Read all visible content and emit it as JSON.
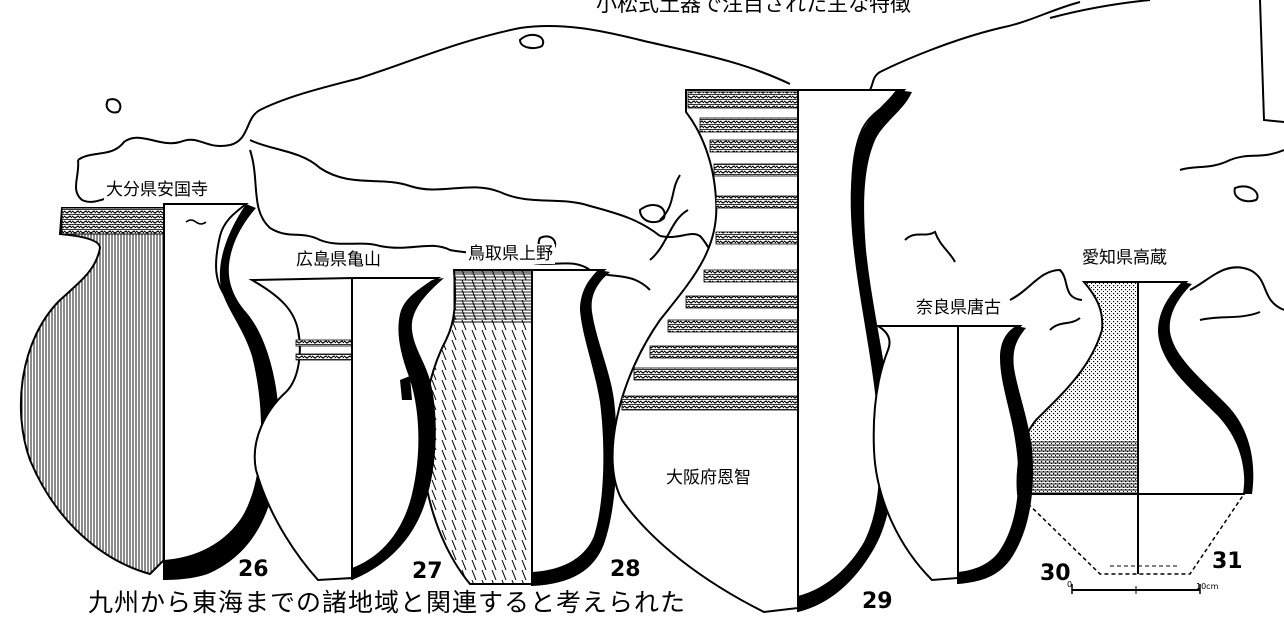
{
  "top_caption": "小松式土器で注目された主な特徴",
  "bottom_caption": "九州から東海までの諸地域と関連すると考えられた",
  "vessels": [
    {
      "number": "26",
      "site": "大分県安国寺"
    },
    {
      "number": "27",
      "site": "広島県亀山"
    },
    {
      "number": "28",
      "site": "鳥取県上野"
    },
    {
      "number": "29",
      "site": "大阪府恩智"
    },
    {
      "number": "30",
      "site": "奈良県唐古"
    },
    {
      "number": "31",
      "site": "愛知県高蔵"
    }
  ],
  "scale": {
    "zero": "0",
    "end": "10cm"
  }
}
